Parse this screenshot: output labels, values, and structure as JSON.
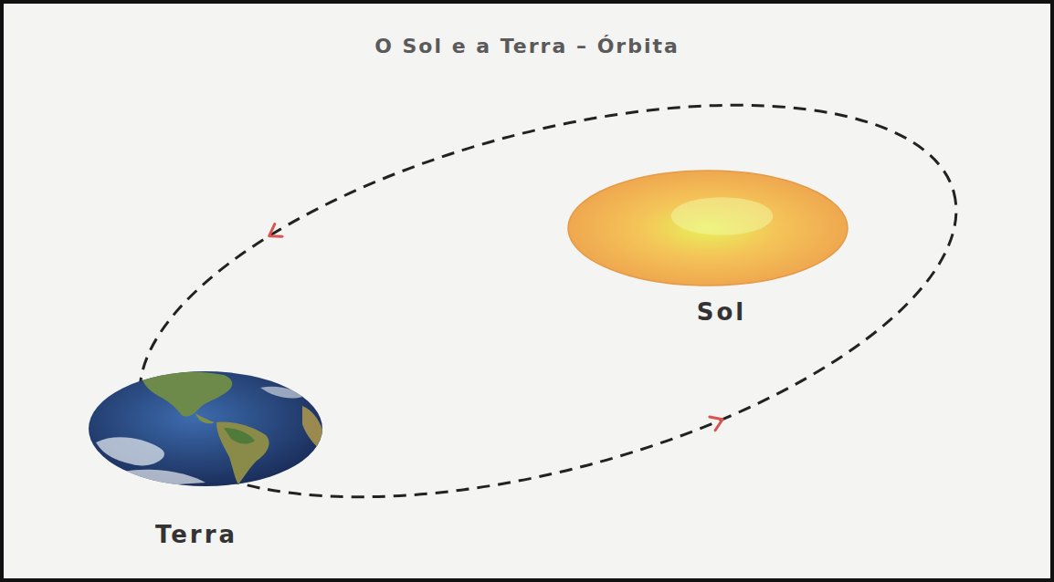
{
  "diagram": {
    "title": "O Sol e a Terra – Órbita",
    "nodes": [
      {
        "text": [
          "Sol"
        ]
      },
      {
        "text": [
          "Terra"
        ]
      }
    ]
  }
}
